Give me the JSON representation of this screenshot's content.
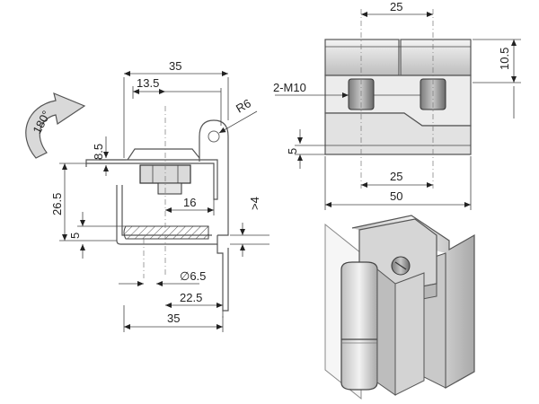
{
  "diagram": {
    "rotation_label": "180°",
    "left_view": {
      "dims": {
        "top_35": "35",
        "d_13_5": "13.5",
        "r6": "R6",
        "d_8_5": "8.5",
        "d_26_5": "26.5",
        "d_5": "5",
        "d_16": "16",
        "d_gt4": ">4",
        "dia_6_5": "∅6.5",
        "d_22_5": "22.5",
        "bottom_35": "35"
      }
    },
    "right_view": {
      "dims": {
        "top_25": "25",
        "d_10_5": "10.5",
        "thread": "2-M10",
        "d_5": "5",
        "bottom_25": "25",
        "bottom_50": "50"
      }
    }
  }
}
